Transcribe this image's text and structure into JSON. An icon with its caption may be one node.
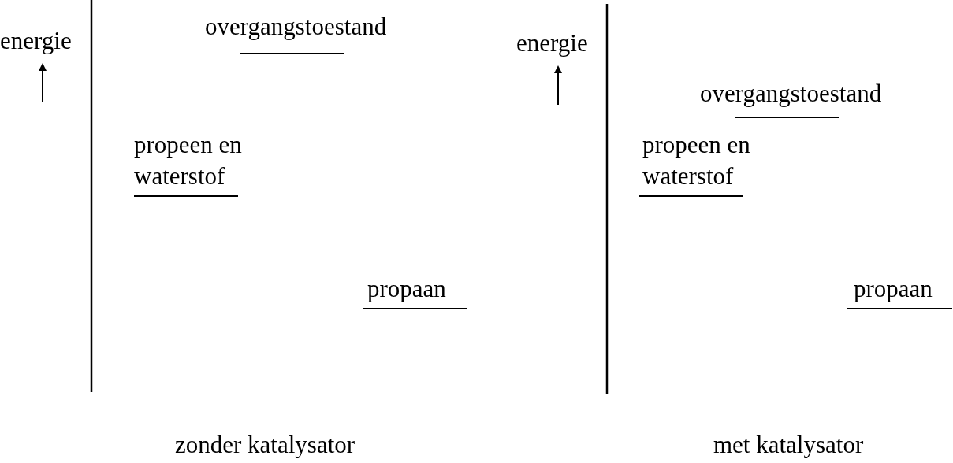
{
  "diagram": {
    "labels": [
      "energie",
      "overgangstoestand",
      "propeen en waterstof",
      "propaan",
      "zonder katalysator",
      "energie",
      "overgangstoestand",
      "propeen en waterstof",
      "propaan",
      "met katalysator"
    ]
  }
}
